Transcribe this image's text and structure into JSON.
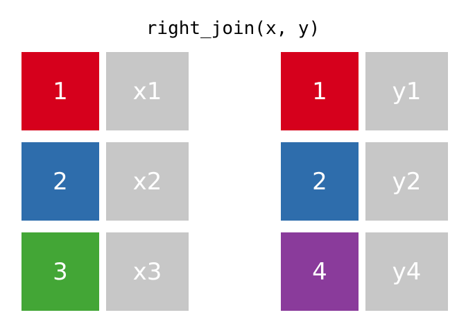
{
  "title": "right_join(x, y)",
  "colors": {
    "key_red": "#d6001c",
    "key_blue": "#2e6dac",
    "key_green": "#43a636",
    "key_purple": "#8a3b9b",
    "value_gray": "#c7c7c7",
    "text": "#ffffff",
    "background": "#ffffff"
  },
  "tables": {
    "x": {
      "name": "x",
      "rows": [
        {
          "key": "1",
          "key_color": "red",
          "value": "x1"
        },
        {
          "key": "2",
          "key_color": "blue",
          "value": "x2"
        },
        {
          "key": "3",
          "key_color": "green",
          "value": "x3"
        }
      ]
    },
    "y": {
      "name": "y",
      "rows": [
        {
          "key": "1",
          "key_color": "red",
          "value": "y1"
        },
        {
          "key": "2",
          "key_color": "blue",
          "value": "y2"
        },
        {
          "key": "4",
          "key_color": "purple",
          "value": "y4"
        }
      ]
    }
  }
}
